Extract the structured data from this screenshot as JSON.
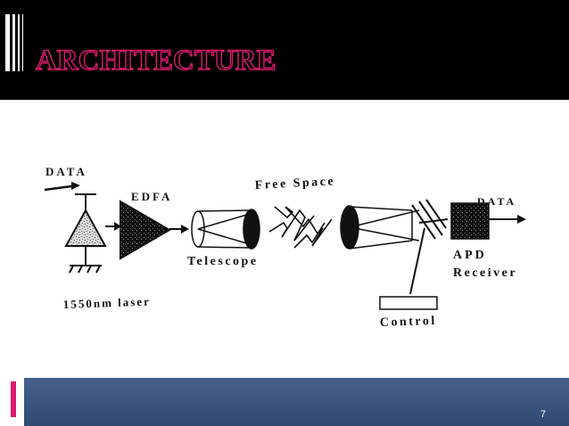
{
  "slide": {
    "title": "ARCHITECTURE",
    "page_number": "7",
    "colors": {
      "header_background": "#000000",
      "title_outline": "#d81b6b",
      "footer_band": "#3a557e",
      "accent": "#d81b6b"
    }
  },
  "diagram": {
    "labels": {
      "data_in": "DATA",
      "edfa": "EDFA",
      "free_space": "Free Space",
      "telescope": "Telescope",
      "data_out": "DATA",
      "apd": "APD",
      "receiver": "Receiver",
      "laser": "1550nm laser",
      "control": "Control"
    }
  }
}
